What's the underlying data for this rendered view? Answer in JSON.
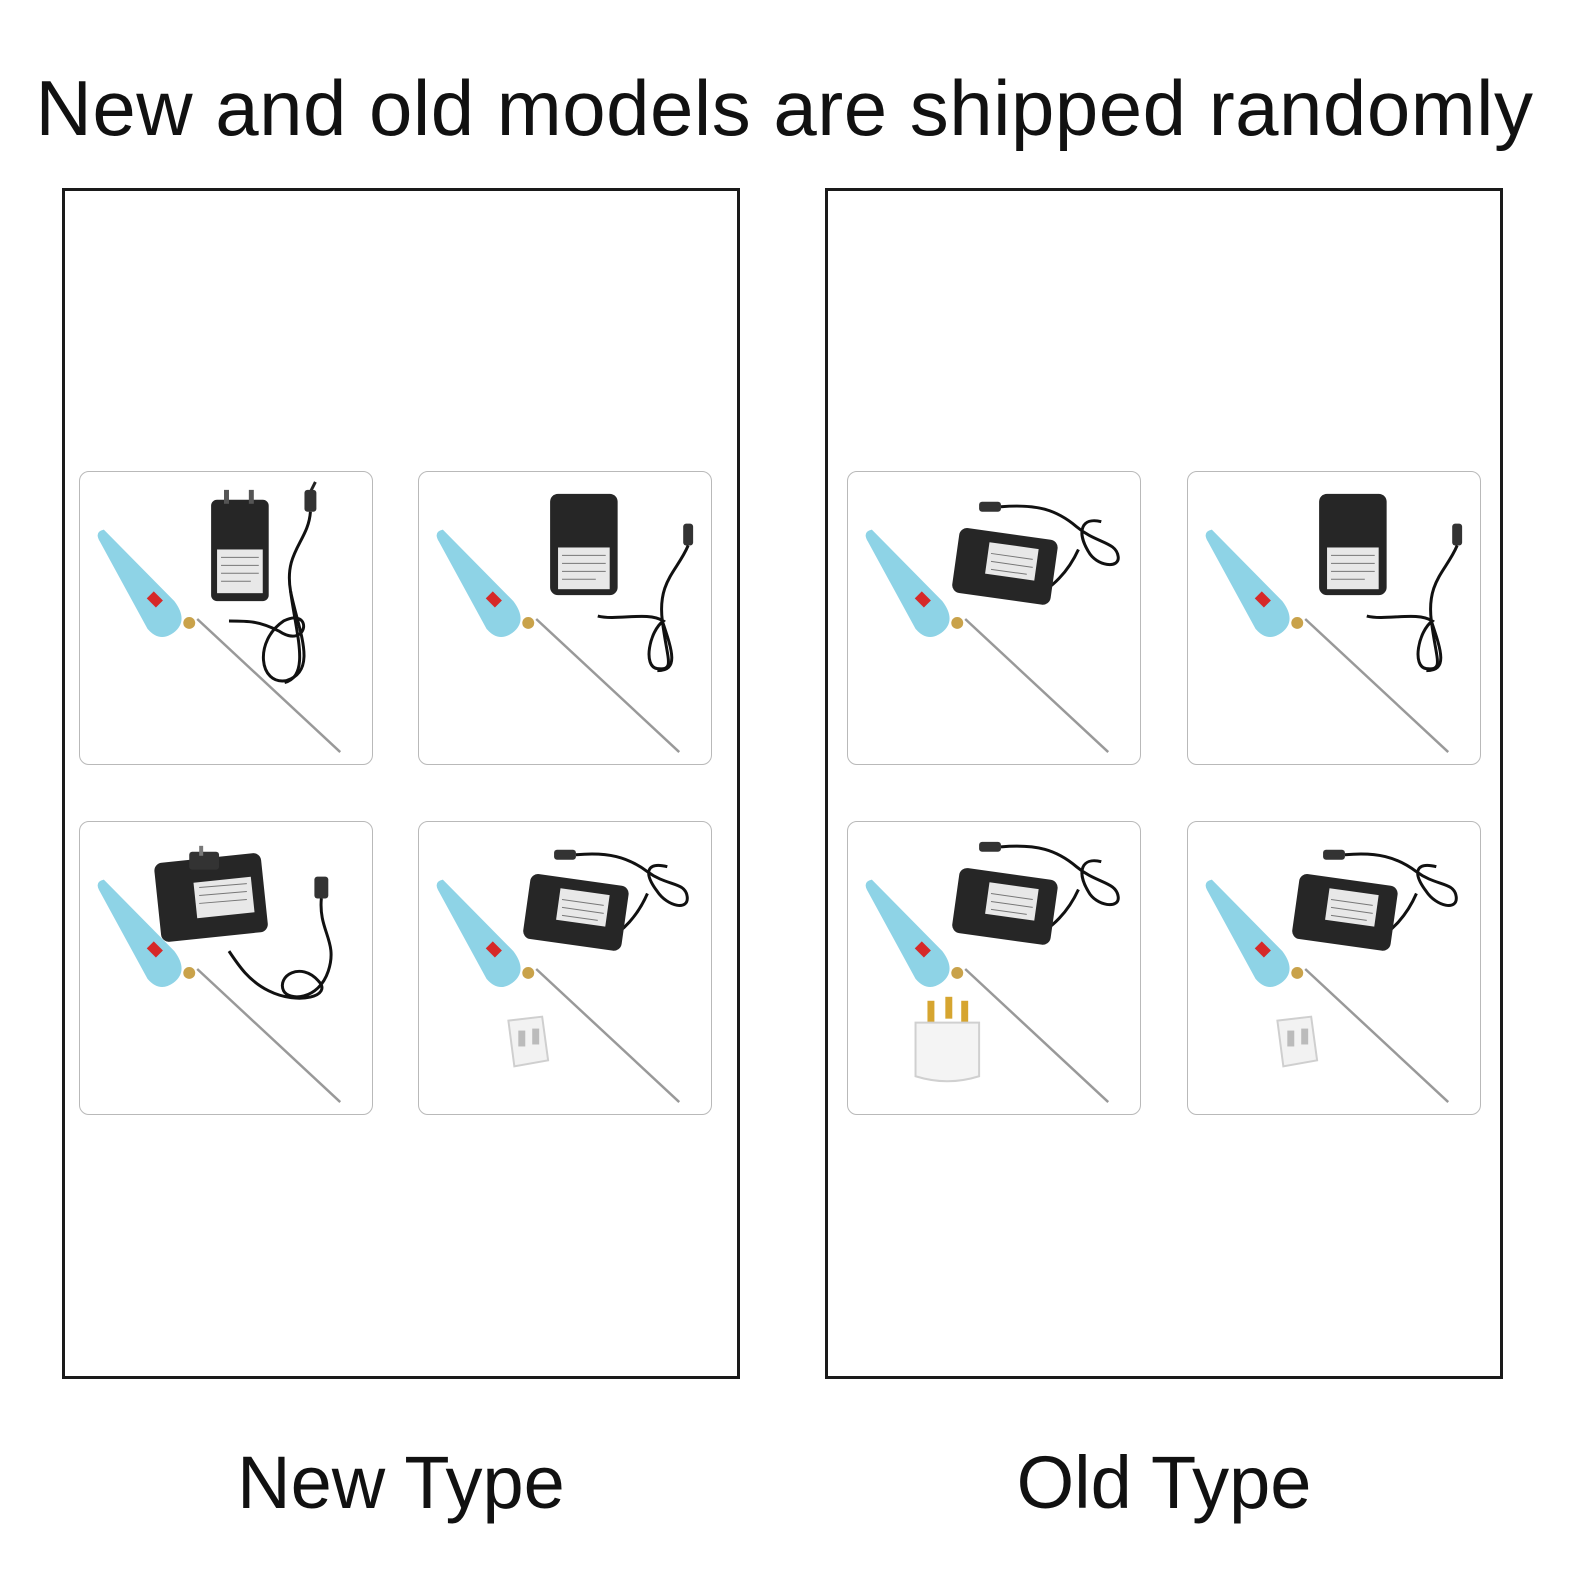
{
  "headline": "New and old models are shipped randomly",
  "panels": {
    "new": {
      "caption": "New Type",
      "tiles": [
        {
          "pen_color": "#8ed3e6",
          "adapter": "us-upright",
          "plug_converter": "none"
        },
        {
          "pen_color": "#8ed3e6",
          "adapter": "eu-upright",
          "plug_converter": "none"
        },
        {
          "pen_color": "#8ed3e6",
          "adapter": "uk",
          "plug_converter": "none"
        },
        {
          "pen_color": "#8ed3e6",
          "adapter": "us-flat",
          "plug_converter": "universal"
        }
      ]
    },
    "old": {
      "caption": "Old Type",
      "tiles": [
        {
          "pen_color": "#8ed3e6",
          "adapter": "us-flat",
          "plug_converter": "none"
        },
        {
          "pen_color": "#8ed3e6",
          "adapter": "eu-upright",
          "plug_converter": "none"
        },
        {
          "pen_color": "#8ed3e6",
          "adapter": "us-flat",
          "plug_converter": "uk"
        },
        {
          "pen_color": "#8ed3e6",
          "adapter": "us-flat",
          "plug_converter": "universal"
        }
      ]
    }
  },
  "colors": {
    "pen": "#8ed3e6",
    "adapter": "#262626",
    "switch": "#d62828",
    "tip": "#c9a24a",
    "border": "#1a1a1a",
    "tile_border": "#b9b9b9"
  }
}
